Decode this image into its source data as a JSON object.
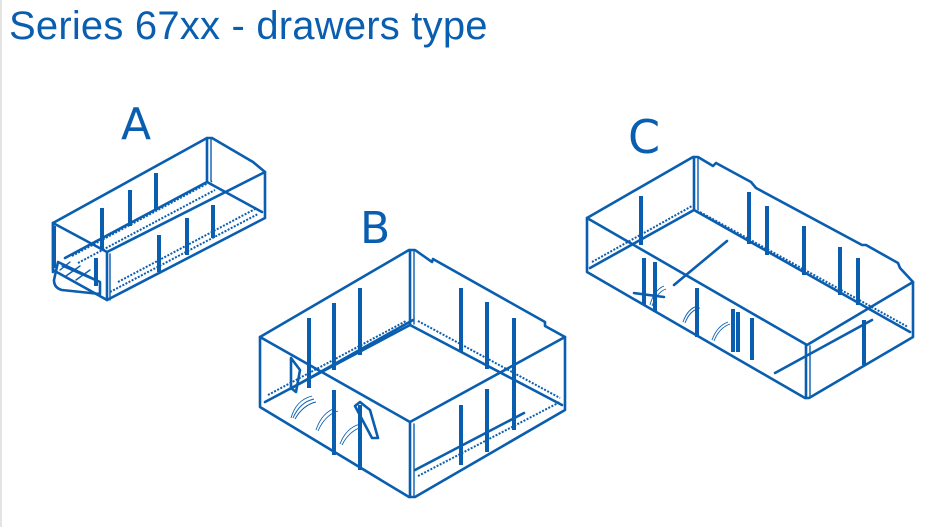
{
  "header": {
    "title": "Series 67xx - drawers type"
  },
  "drawers": [
    {
      "id": "A",
      "label": "A",
      "shape": "narrow-long drawer with front handle"
    },
    {
      "id": "B",
      "label": "B",
      "shape": "wide square drawer"
    },
    {
      "id": "C",
      "label": "C",
      "shape": "wide long drawer"
    }
  ],
  "colors": {
    "line": "#0a5eb0",
    "title": "#0a5eb0",
    "background": "#ffffff",
    "left_rule": "#e4e4e4"
  }
}
